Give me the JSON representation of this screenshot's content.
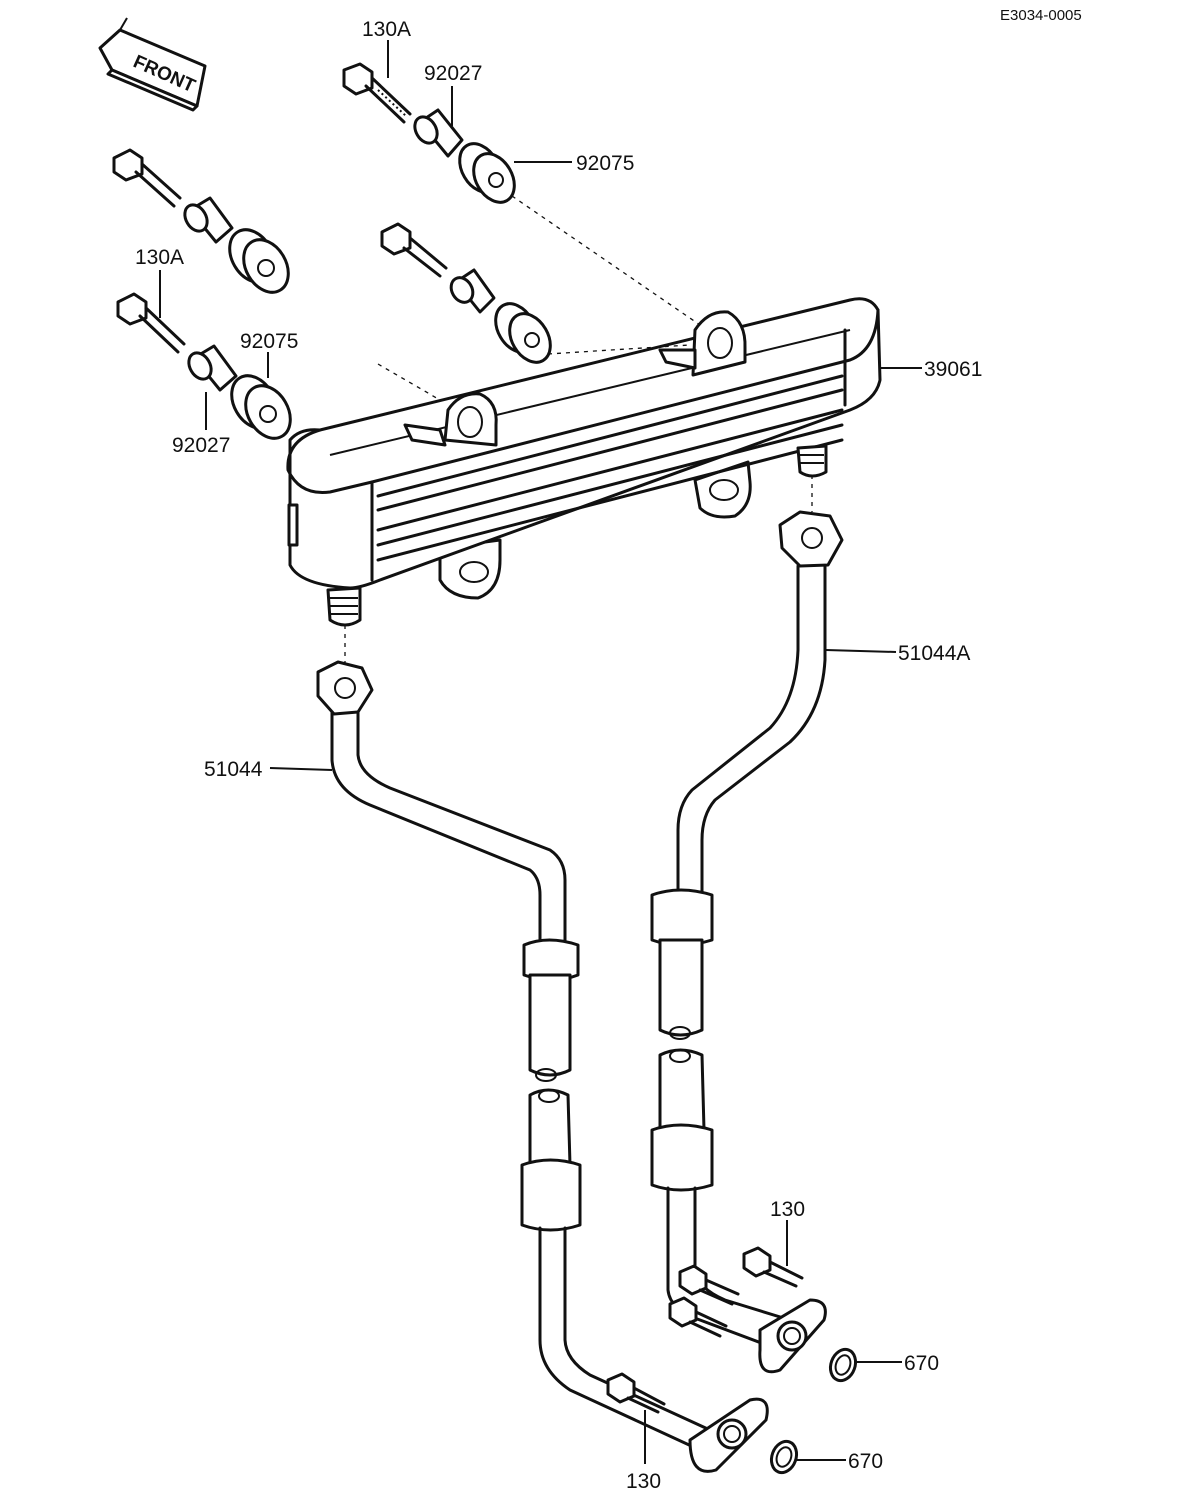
{
  "diagram_code": "E3034-0005",
  "front_label": "FRONT",
  "parts": {
    "bolt_upper_1": "130A",
    "collar_upper_1": "92027",
    "grommet_upper_1": "92075",
    "bolt_upper_2": "130A",
    "grommet_upper_2": "92075",
    "collar_upper_2": "92027",
    "oil_cooler": "39061",
    "oil_pipe_right": "51044A",
    "oil_pipe_left": "51044",
    "bolt_lower_right": "130",
    "oring_right": "670",
    "bolt_lower_left": "130",
    "oring_left": "670"
  }
}
